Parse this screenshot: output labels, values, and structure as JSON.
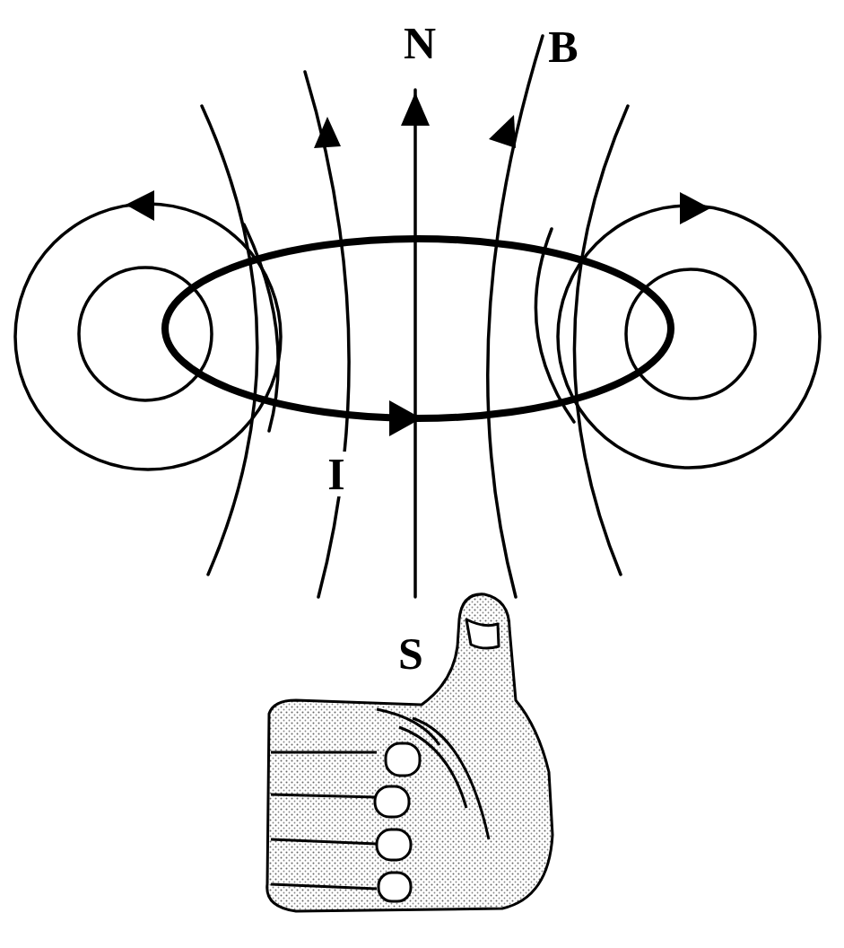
{
  "diagram": {
    "labels": [
      "N",
      "B",
      "I",
      "S"
    ]
  }
}
